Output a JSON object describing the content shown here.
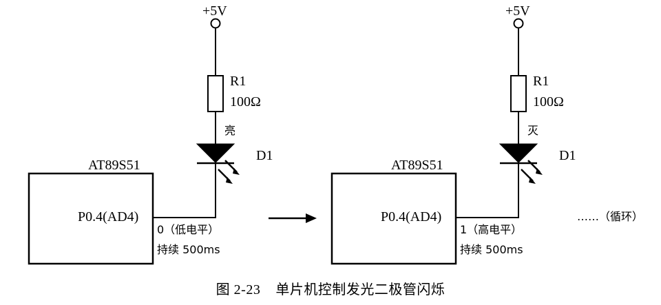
{
  "figure": {
    "caption_number": "图 2-23",
    "caption_text": "单片机控制发光二极管闪烁",
    "loop_note": "……（循环）"
  },
  "circuits": [
    {
      "id": "state-led-on",
      "supply_label": "+5V",
      "supply_terminal": "open-circle-terminal",
      "resistor": {
        "designator": "R1",
        "value": "100Ω"
      },
      "led": {
        "designator": "D1",
        "state_label": "亮"
      },
      "mcu": {
        "part_label": "AT89S51",
        "pin_label": "P0.4(AD4)"
      },
      "signal": {
        "level_label": "0（低电平）",
        "duration_label": "持续 500ms"
      }
    },
    {
      "id": "state-led-off",
      "supply_label": "+5V",
      "supply_terminal": "open-circle-terminal",
      "resistor": {
        "designator": "R1",
        "value": "100Ω"
      },
      "led": {
        "designator": "D1",
        "state_label": "灭"
      },
      "mcu": {
        "part_label": "AT89S51",
        "pin_label": "P0.4(AD4)"
      },
      "signal": {
        "level_label": "1（高电平）",
        "duration_label": "持续 500ms"
      }
    }
  ],
  "transition": {
    "arrow": "right-arrow"
  },
  "colors": {
    "ink": "#000000",
    "background": "#ffffff"
  }
}
